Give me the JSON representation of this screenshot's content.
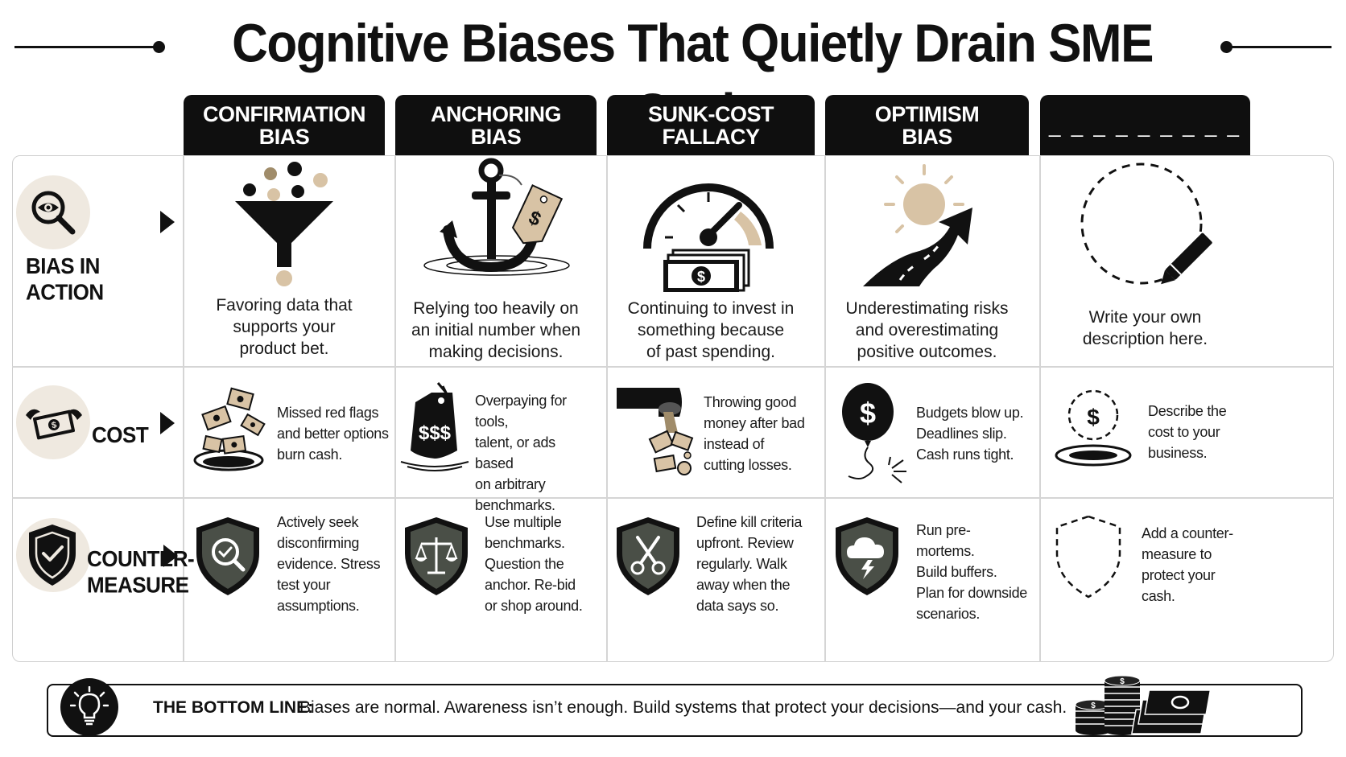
{
  "title": "Cognitive Biases That Quietly Drain SME Cash",
  "columns": [
    {
      "header": "CONFIRMATION\nBIAS",
      "description": "Favoring data that\nsupports your\nproduct bet.",
      "cost": "Missed red flags\nand better options\nburn cash.",
      "countermeasure": "Actively seek\ndisconfirming\nevidence. Stress\ntest your\nassumptions."
    },
    {
      "header": "ANCHORING\nBIAS",
      "description": "Relying too heavily on\nan initial number when\nmaking decisions.",
      "cost": "Overpaying for tools,\ntalent, or ads based\non arbitrary\nbenchmarks.",
      "countermeasure": "Use multiple\nbenchmarks.\nQuestion the\nanchor. Re-bid\nor shop around."
    },
    {
      "header": "SUNK-COST\nFALLACY",
      "description": "Continuing to invest in\nsomething because\nof past spending.",
      "cost": "Throwing good\nmoney after bad\ninstead of\ncutting losses.",
      "countermeasure": "Define kill criteria\nupfront. Review\nregularly. Walk\naway when the\ndata says so."
    },
    {
      "header": "OPTIMISM\nBIAS",
      "description": "Underestimating risks\nand overestimating\npositive outcomes.",
      "cost": "Budgets blow up.\nDeadlines slip.\nCash runs tight.",
      "countermeasure": "Run pre-mortems.\nBuild buffers.\nPlan for downside\nscenarios."
    },
    {
      "header": "_ _ _ _ _ _ _ _ _",
      "description": "Write your own\ndescription here.",
      "cost": "Describe the\ncost to your\nbusiness.",
      "countermeasure": "Add a counter-\nmeasure to\nprotect your\ncash."
    }
  ],
  "rows": {
    "bias_in_action": "BIAS IN\nACTION",
    "cost": "COST",
    "countermeasure": "COUNTER-\nMEASURE"
  },
  "icons": {
    "row1": "eye-magnifier-icon",
    "row2": "flying-money-icon",
    "row3": "shield-check-icon",
    "col1": "funnel-icon",
    "col2": "anchor-price-tag-icon",
    "col3": "gauge-money-icon",
    "col4": "sun-road-arrow-icon",
    "col5": "dashed-circle-pencil-icon"
  },
  "bottom": {
    "label": "THE BOTTOM LINE:",
    "text": "Biases are normal. Awareness isn’t enough. Build systems that protect your decisions—and your cash."
  },
  "colors": {
    "ink": "#111111",
    "tan": "#d8c3a5",
    "beige": "#efe9e0",
    "shield": "#4a4f47"
  }
}
